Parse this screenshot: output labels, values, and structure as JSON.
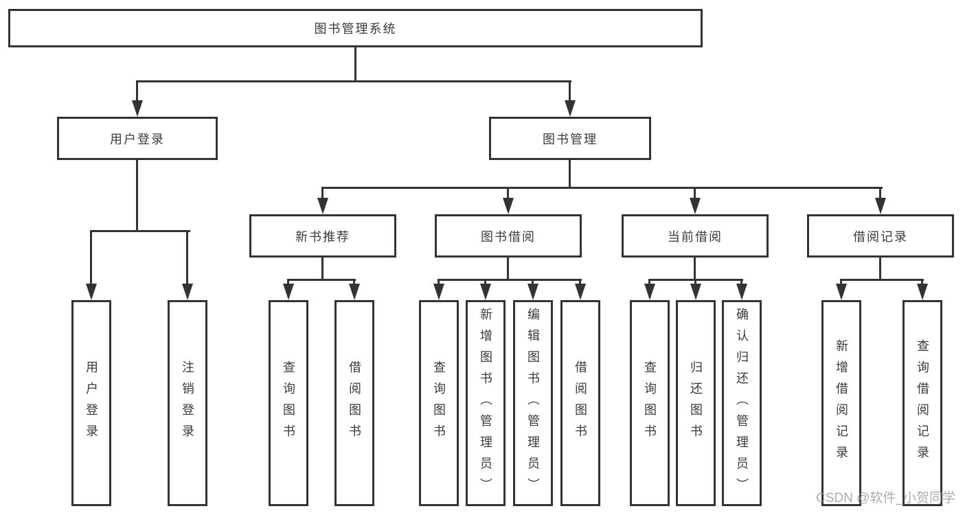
{
  "colors": {
    "line": "#333333",
    "text": "#3a3a3a",
    "box_background": "#ffffff",
    "page_background": "#ffffff",
    "watermark": "#9e9e9e"
  },
  "watermark": "CSDN @软件_小贺同学",
  "tree": {
    "root": {
      "label": "图书管理系统"
    },
    "branches": [
      {
        "label": "用户登录",
        "children": [
          {
            "label": "用户登录"
          },
          {
            "label": "注销登录"
          }
        ]
      },
      {
        "label": "图书管理",
        "children": [
          {
            "label": "新书推荐",
            "children": [
              {
                "label": "查询图书"
              },
              {
                "label": "借阅图书"
              }
            ]
          },
          {
            "label": "图书借阅",
            "children": [
              {
                "label": "查询图书"
              },
              {
                "label": "新增图书（管理员）"
              },
              {
                "label": "编辑图书（管理员）"
              },
              {
                "label": "借阅图书"
              }
            ]
          },
          {
            "label": "当前借阅",
            "children": [
              {
                "label": "查询图书"
              },
              {
                "label": "归还图书"
              },
              {
                "label": "确认归还（管理员）"
              }
            ]
          },
          {
            "label": "借阅记录",
            "children": [
              {
                "label": "新增借阅记录"
              },
              {
                "label": "查询借阅记录"
              }
            ]
          }
        ]
      }
    ]
  }
}
